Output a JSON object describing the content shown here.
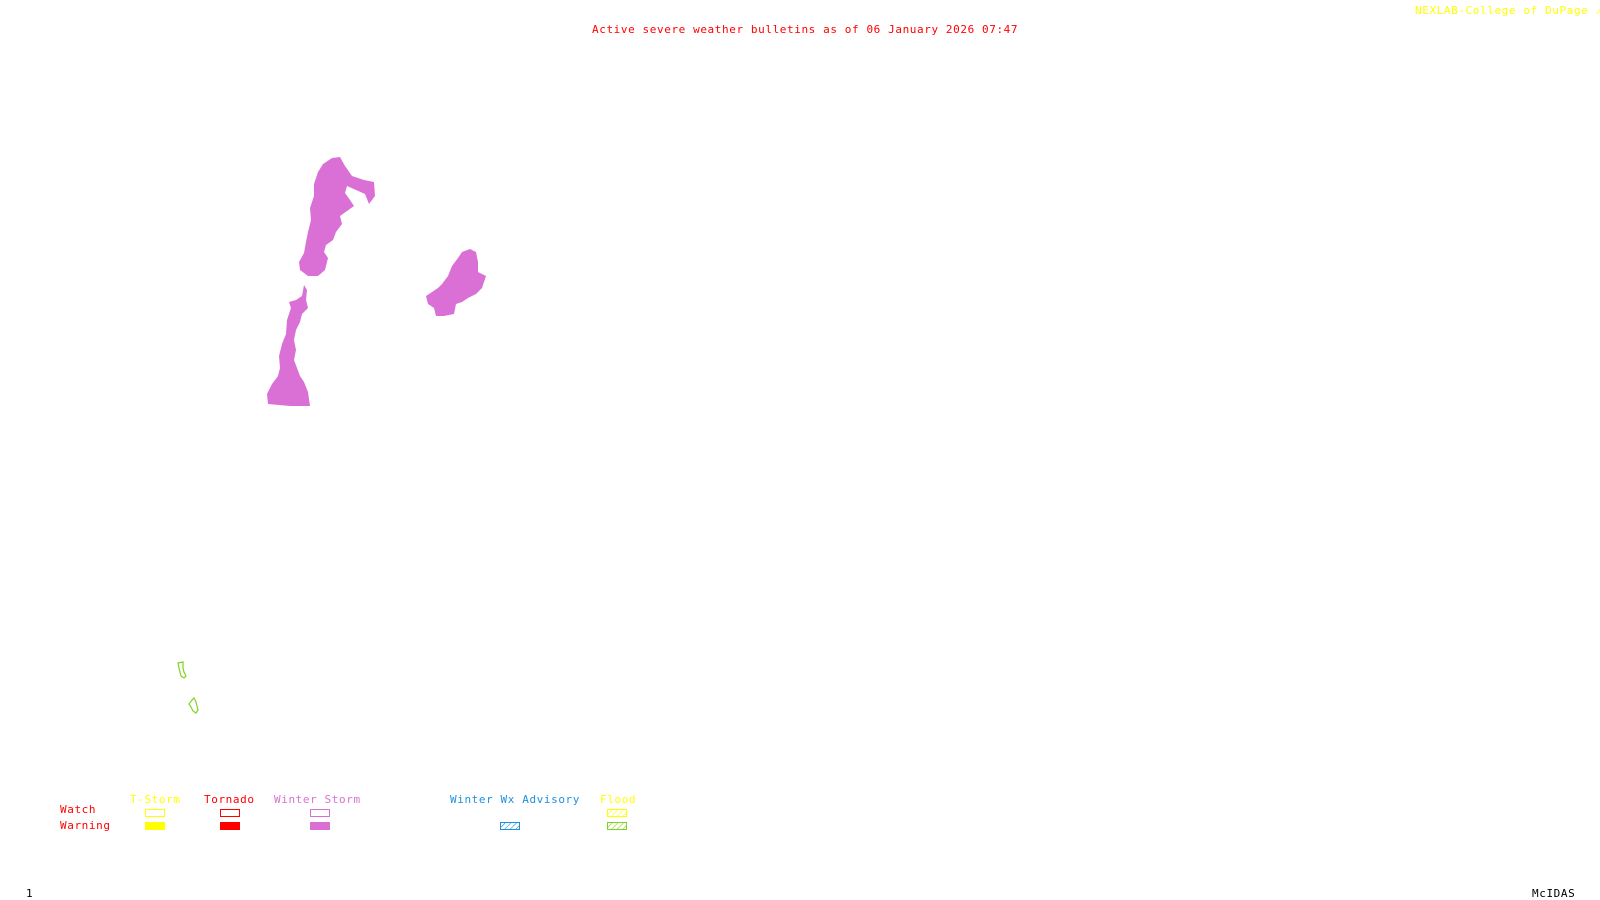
{
  "header": {
    "title": "Active severe weather bulletins as of 06 January 2026 07:47",
    "credit": "NEXLAB-College of DuPage",
    "credit_icon": "arrow-icon"
  },
  "footer": {
    "frame_number": "1",
    "software": "McIDAS"
  },
  "map": {
    "areas": [
      {
        "type": "Winter Storm Warning",
        "color": "#da70d6",
        "fill": "solid",
        "count_shapes": 3
      },
      {
        "type": "Flood Warning",
        "color": "#7fd321",
        "fill": "outline",
        "count_shapes": 2
      }
    ]
  },
  "legend": {
    "rows": [
      "Watch",
      "Warning"
    ],
    "columns": [
      {
        "label": "T-Storm",
        "color": "#ffff00",
        "watch_style": "outline",
        "warning_style": "solid"
      },
      {
        "label": "Tornado",
        "color": "#ff0000",
        "watch_style": "outline",
        "warning_style": "solid"
      },
      {
        "label": "Winter Storm",
        "color": "#da70d6",
        "watch_style": "outline",
        "warning_style": "solid"
      },
      {
        "label": "Winter Wx Advisory",
        "color": "#1e90e0",
        "watch_style": "none",
        "warning_style": "hatched"
      },
      {
        "label": "Flood",
        "color": "#ffff00",
        "watch_style": "hatched",
        "warning_style": "hatched",
        "warning_color": "#7fd321"
      }
    ]
  },
  "colors": {
    "background": "#ffffff",
    "title": "#ff0000",
    "credit": "#ffff00",
    "row_labels": "#ff0000"
  }
}
